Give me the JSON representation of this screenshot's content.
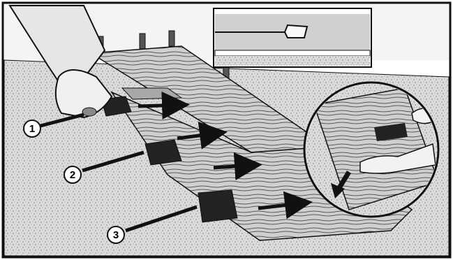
{
  "figure": {
    "colors": {
      "ink": "#111111",
      "paper": "#ffffff",
      "subfloor": "#d9d9d9",
      "wood": "#c9c9c9",
      "wood_grain": "#3a3a3a",
      "wall": "#f4f4f4"
    },
    "callouts": [
      {
        "label": "1"
      },
      {
        "label": "2"
      },
      {
        "label": "3"
      }
    ]
  }
}
